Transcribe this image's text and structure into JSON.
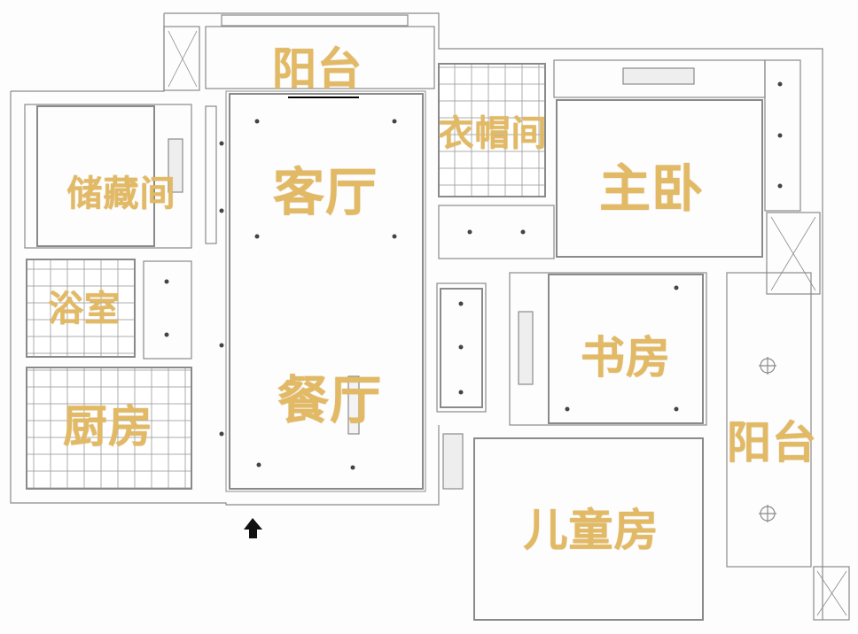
{
  "rooms": {
    "balcony_top": "阳台",
    "living_room": "客厅",
    "cloakroom": "衣帽间",
    "master_bedroom": "主卧",
    "storage": "储藏间",
    "bathroom": "浴室",
    "kitchen": "厨房",
    "dining_room": "餐厅",
    "study": "书房",
    "balcony_right": "阳台",
    "kids_room": "儿童房"
  },
  "colors": {
    "label": "#e2b965",
    "wall": "#8a8a8a",
    "background": "#fdfdfd"
  },
  "icons": {
    "entrance": "arrow-up-icon"
  }
}
